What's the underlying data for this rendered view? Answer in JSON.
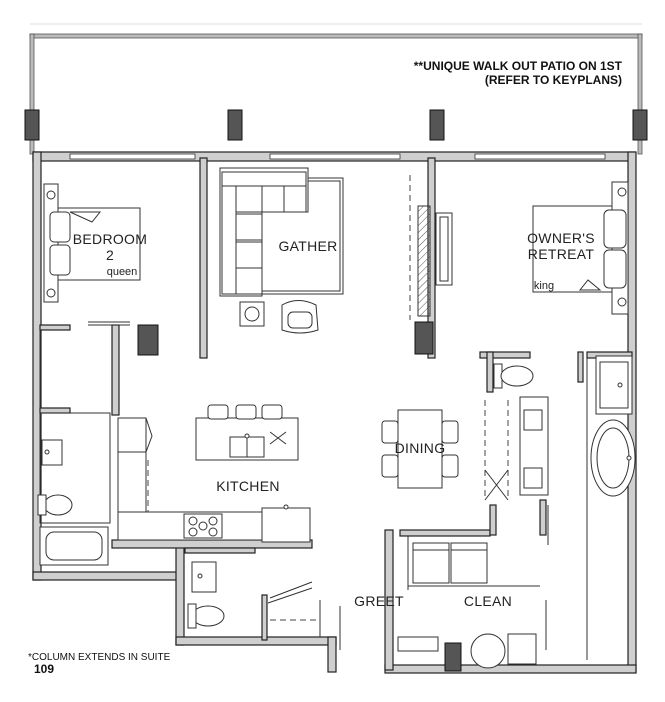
{
  "patio_note": {
    "line1": "**UNIQUE WALK OUT PATIO ON 1ST",
    "line2": "(REFER TO KEYPLANS)"
  },
  "rooms": {
    "bedroom2_line1": "BEDROOM",
    "bedroom2_line2": "2",
    "bedroom2_bed": "queen",
    "gather": "GATHER",
    "owners_line1": "OWNER'S",
    "owners_line2": "RETREAT",
    "owners_bed": "king",
    "kitchen": "KITCHEN",
    "dining": "DINING",
    "greet": "GREET",
    "clean": "CLEAN"
  },
  "footer": {
    "column_note": "*COLUMN EXTENDS IN SUITE",
    "unit_number": "109"
  }
}
